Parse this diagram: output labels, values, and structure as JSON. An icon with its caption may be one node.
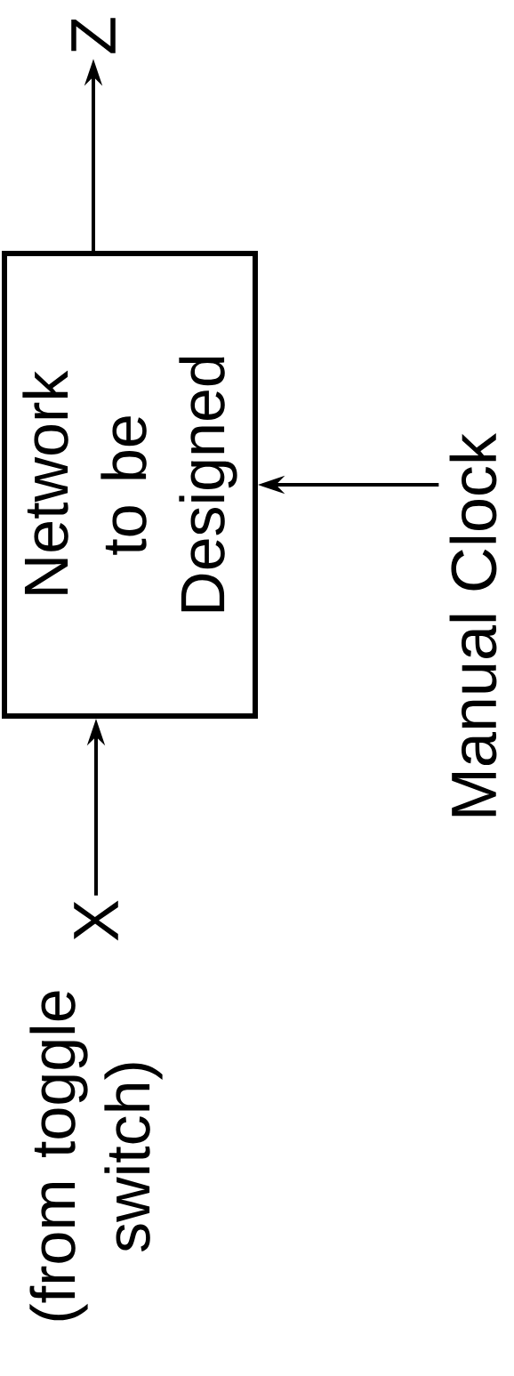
{
  "diagram": {
    "nodes": [
      {
        "text": [
          "Network to be Designed"
        ]
      },
      {
        "text": [
          "Z"
        ]
      },
      {
        "text": [
          "X"
        ],
        "beside": [
          "(from toggle switch)"
        ]
      },
      {
        "text": [
          "Manual Clock"
        ]
      }
    ],
    "edges": [
      {
        "from": 0,
        "to": 1,
        "arrow": "to"
      },
      {
        "from": 2,
        "to": 0,
        "arrow": "to"
      },
      {
        "from": 3,
        "to": 0,
        "arrow": "to"
      }
    ]
  }
}
